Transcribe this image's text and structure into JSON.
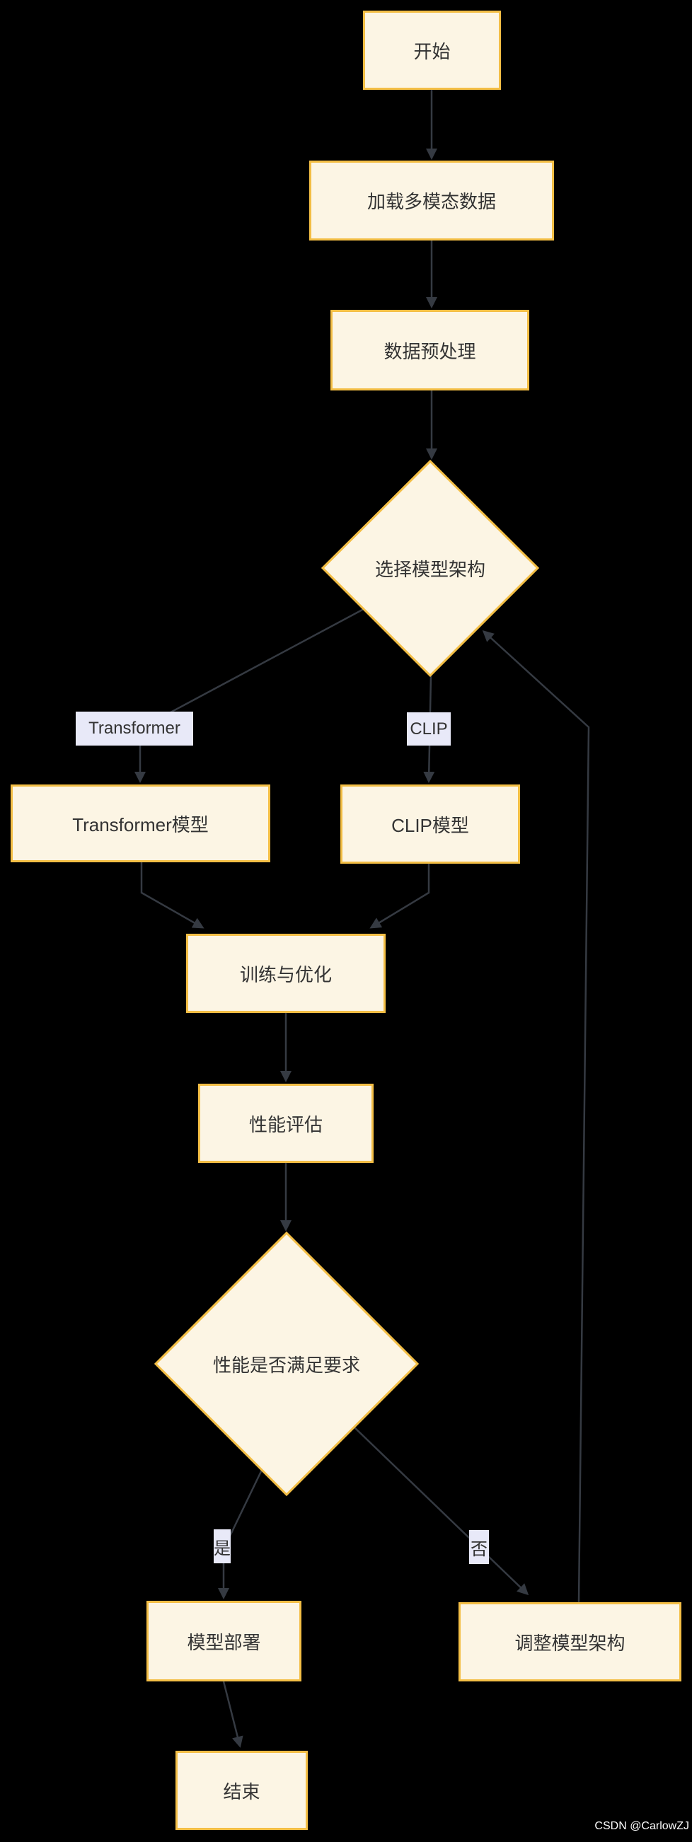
{
  "colors": {
    "background": "#000000",
    "node_fill": "#FCF5E4",
    "node_border": "#F3BE45",
    "edge_line": "#353A42",
    "node_text": "#333333",
    "edge_label_bg": "#E8E9F8",
    "watermark_text": "#FFFFFF"
  },
  "nodes": {
    "start": "开始",
    "load": "加载多模态数据",
    "preprocess": "数据预处理",
    "choose": "选择模型架构",
    "transformer_model": "Transformer模型",
    "clip_model": "CLIP模型",
    "train": "训练与优化",
    "evaluate": "性能评估",
    "decision": "性能是否满足要求",
    "deploy": "模型部署",
    "adjust": "调整模型架构",
    "end": "结束"
  },
  "edge_labels": {
    "transformer": "Transformer",
    "clip": "CLIP",
    "yes": "是",
    "no": "否"
  },
  "watermark": "CSDN @CarlowZJ"
}
